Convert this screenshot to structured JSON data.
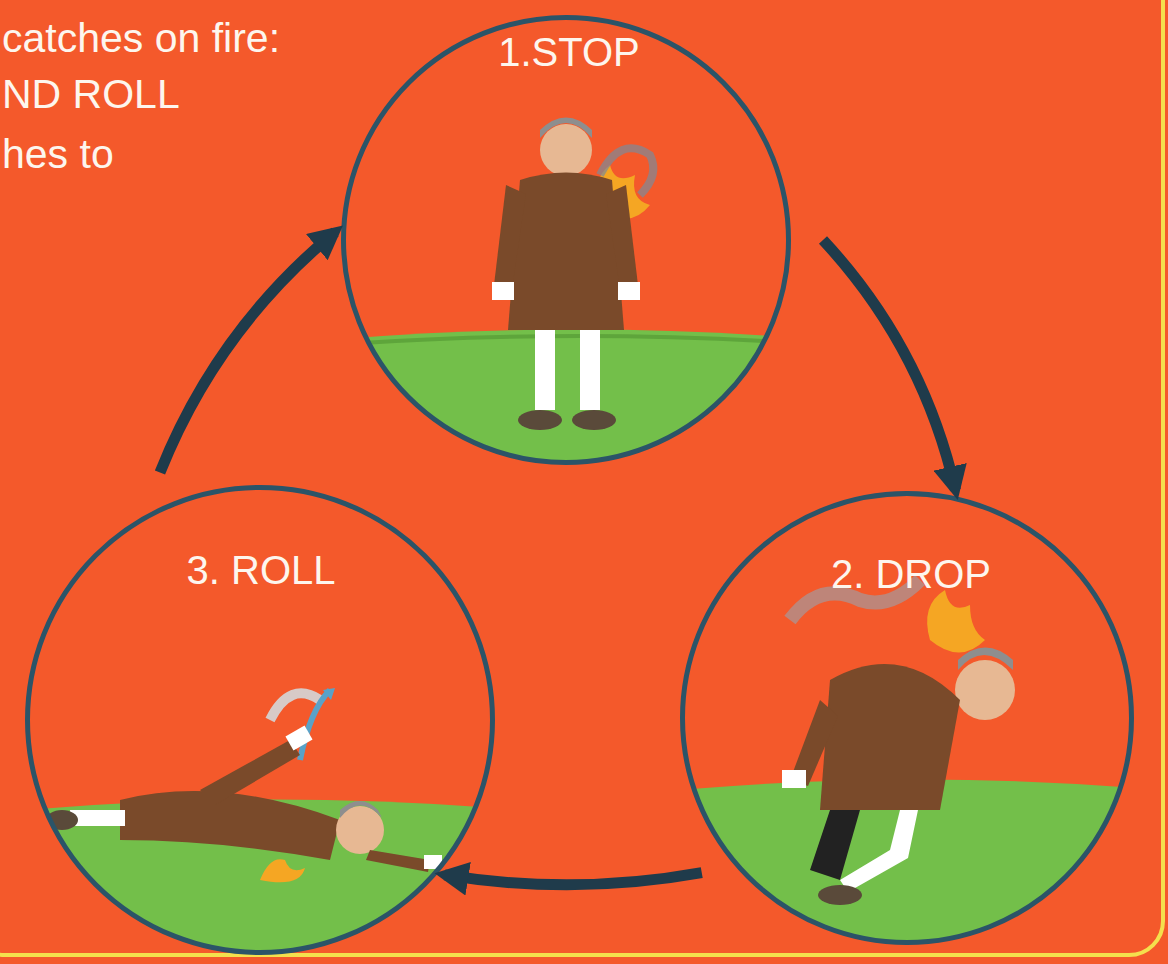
{
  "diagram": {
    "nodes": [
      {
        "text": [
          "1.STOP"
        ]
      },
      {
        "text": [
          "2. DROP"
        ]
      },
      {
        "text": [
          "3. ROLL"
        ]
      }
    ],
    "edges": [
      {
        "from": 0,
        "to": 1,
        "arrow": "to"
      },
      {
        "from": 1,
        "to": 2,
        "arrow": "to"
      },
      {
        "from": 2,
        "to": 0,
        "arrow": "to"
      }
    ],
    "labels": [
      "catches on fire:",
      "ND ROLL",
      "hes to"
    ]
  }
}
